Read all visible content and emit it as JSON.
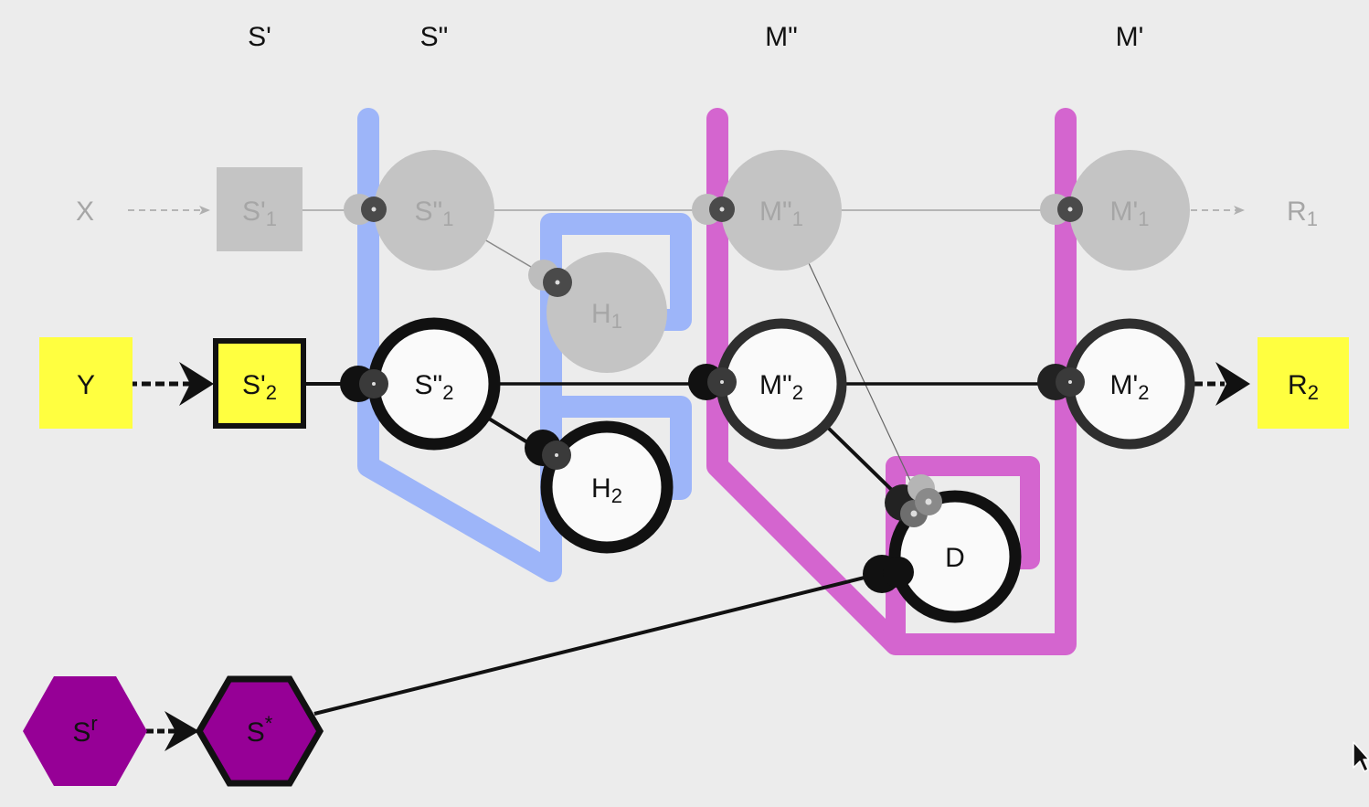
{
  "columns": {
    "s1": "S'",
    "s2": "S\"",
    "m2": "M\"",
    "m1": "M'"
  },
  "row1": {
    "x": "X",
    "s1_base": "S'",
    "s1_sub": "1",
    "s2_base": "S\"",
    "s2_sub": "1",
    "h_base": "H",
    "h_sub": "1",
    "m2_base": "M\"",
    "m2_sub": "1",
    "m1_base": "M'",
    "m1_sub": "1",
    "r_base": "R",
    "r_sub": "1"
  },
  "row2": {
    "y": "Y",
    "s1_base": "S'",
    "s1_sub": "2",
    "s2_base": "S\"",
    "s2_sub": "2",
    "h_base": "H",
    "h_sub": "2",
    "m2_base": "M\"",
    "m2_sub": "2",
    "m1_base": "M'",
    "m1_sub": "2",
    "r_base": "R",
    "r_sub": "2",
    "d": "D"
  },
  "hex": {
    "sr_base": "S",
    "sr_sup": "r",
    "sstar_base": "S",
    "sstar_sup": "*"
  },
  "colors": {
    "background": "#ececec",
    "blue_channel": "#9db5f9",
    "magenta_channel": "#d465cf",
    "yellow_box": "#ffff40",
    "purple_hex": "#960096",
    "faded_gray": "#c4c4c4",
    "faded_text": "#a6a6a6"
  },
  "icons": {
    "cursor": "mouse-pointer-icon"
  }
}
